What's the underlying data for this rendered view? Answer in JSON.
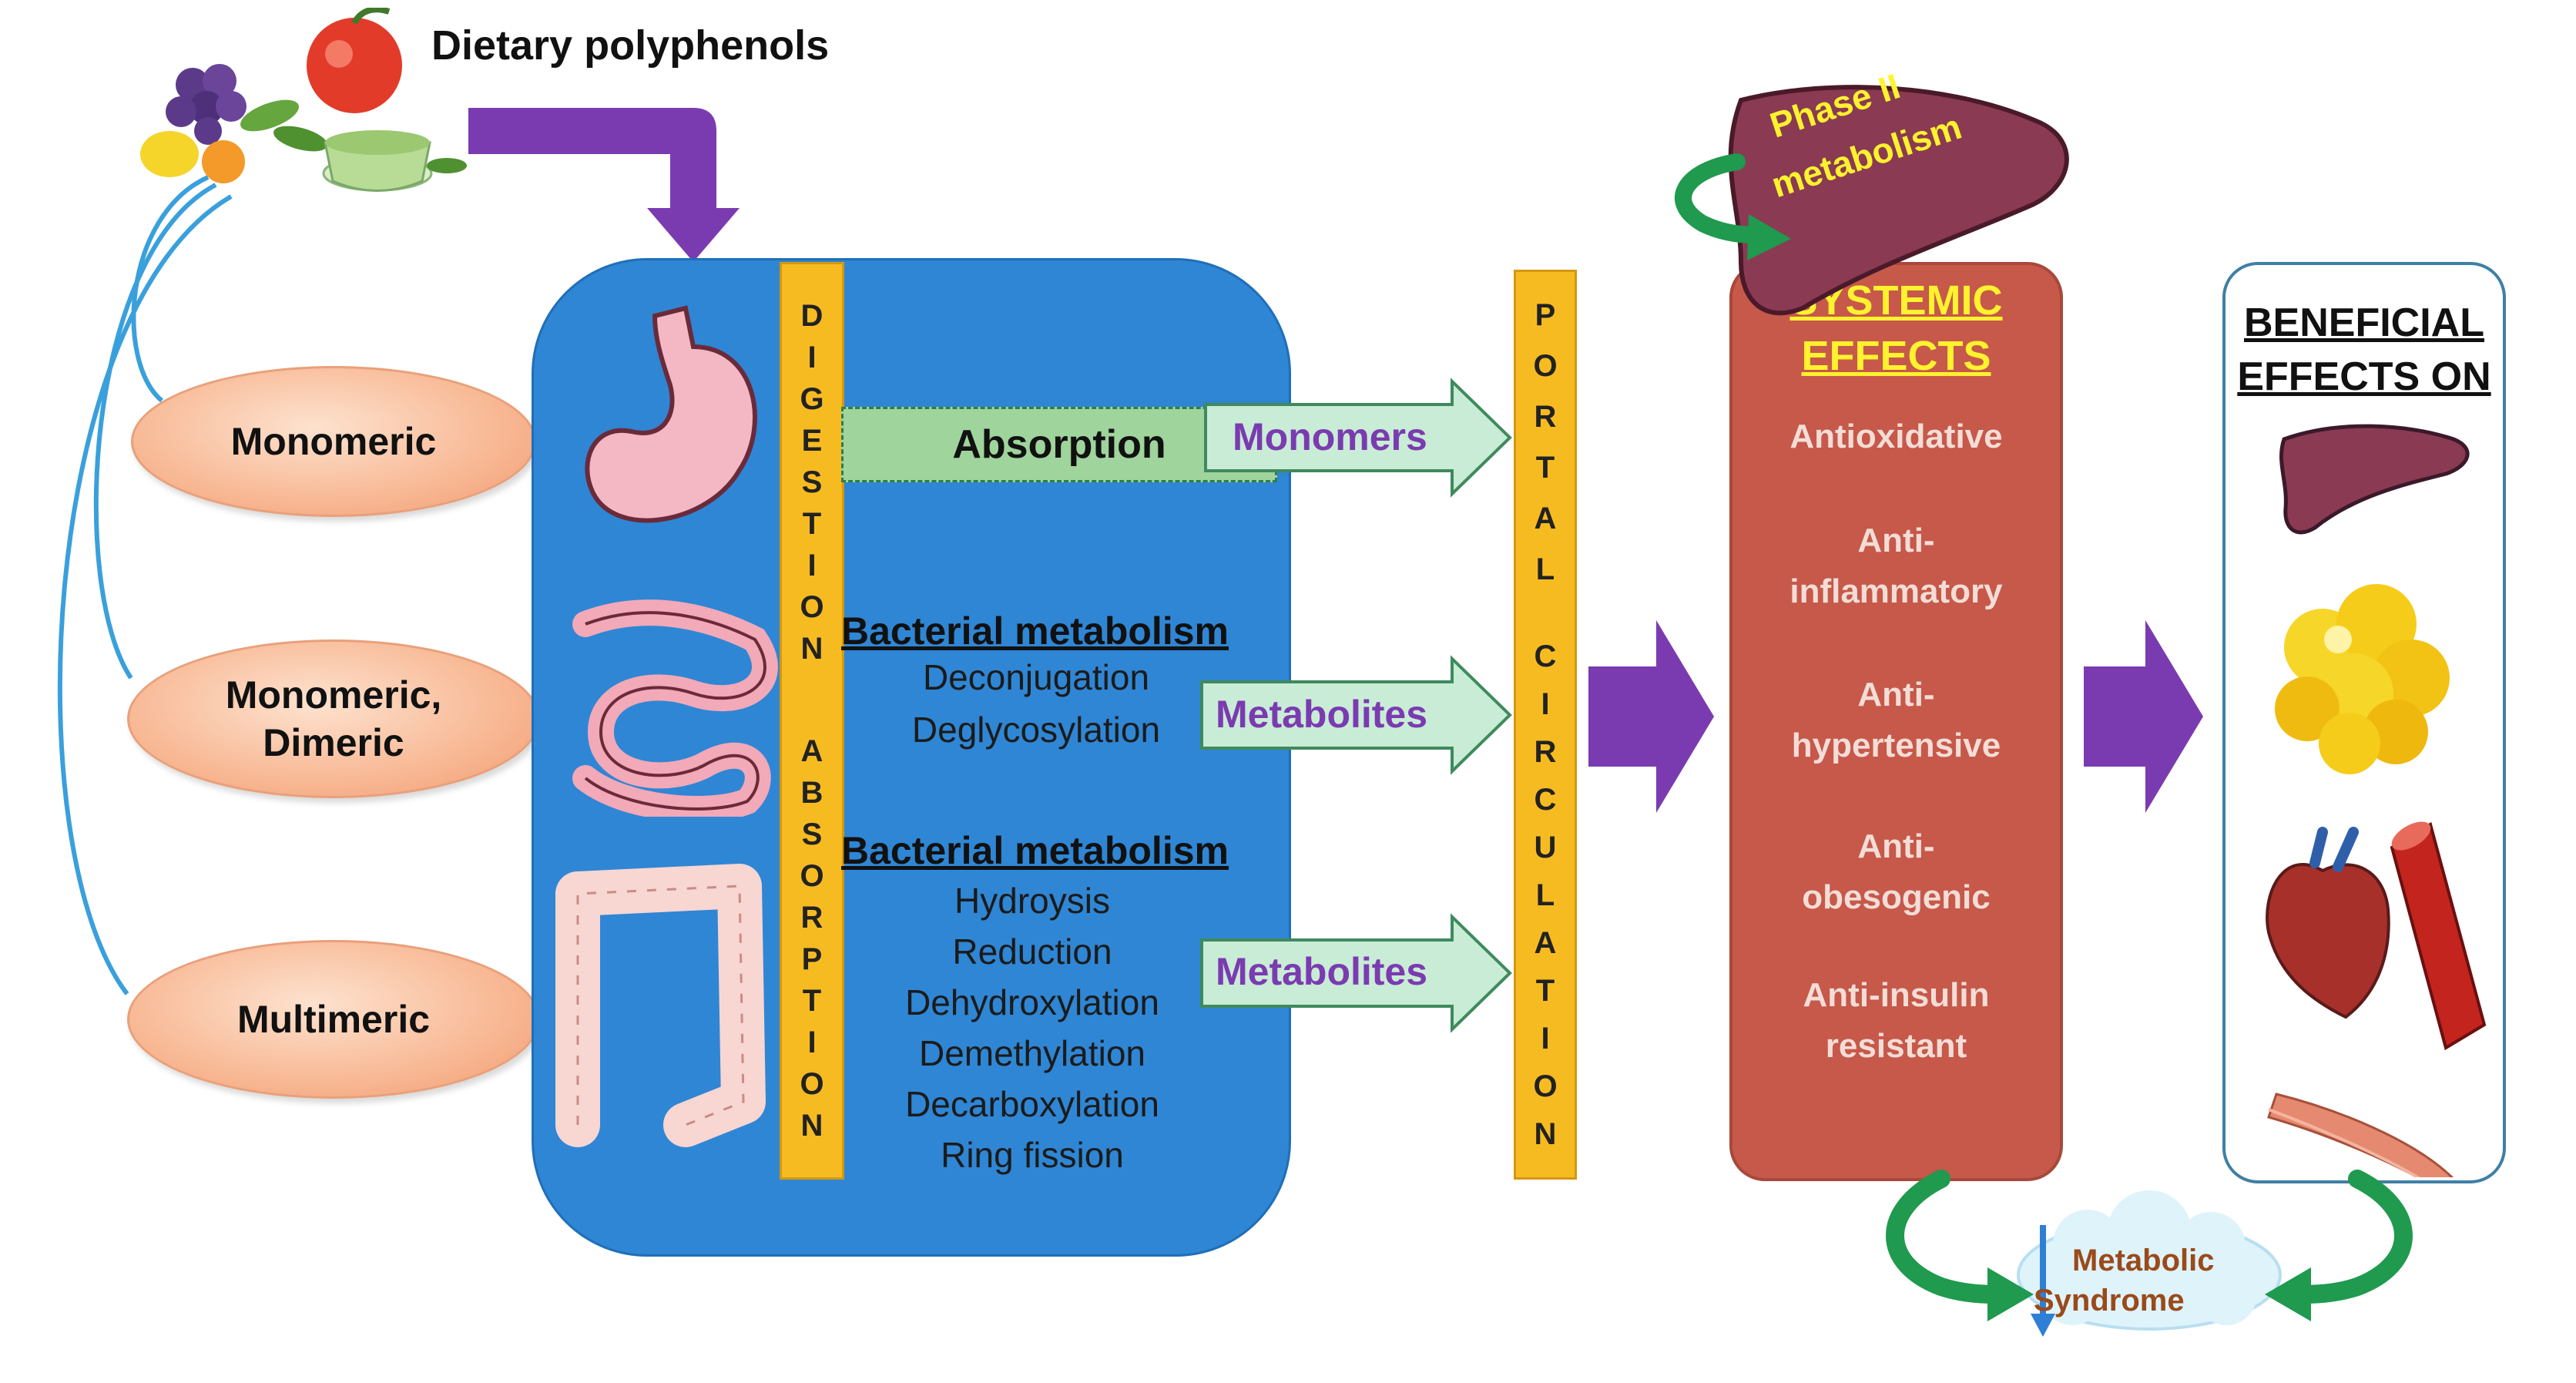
{
  "title": "Dietary polyphenols",
  "forms": [
    "Monomeric",
    "Monomeric, Dimeric",
    "Multimeric"
  ],
  "digestion_bar": {
    "part1": "DIGESTION",
    "part2": "ABSORPTION"
  },
  "portal_bar": {
    "part1": "PORTAL",
    "part2": "CIRCULATION"
  },
  "absorption": "Absorption",
  "arrow_labels": [
    "Monomers",
    "Metabolites",
    "Metabolites"
  ],
  "small_intestine": {
    "heading": "Bacterial metabolism",
    "steps": [
      "Deconjugation",
      "Deglycosylation"
    ]
  },
  "colon": {
    "heading": "Bacterial metabolism",
    "steps": [
      "Hydroysis",
      "Reduction",
      "Dehydroxylation",
      "Demethylation",
      "Decarboxylation",
      "Ring fission"
    ]
  },
  "liver_label": {
    "line1": "Phase II",
    "line2": "metabolism"
  },
  "systemic": {
    "line1": "SYSTEMIC",
    "line2": "EFFECTS"
  },
  "effects": [
    {
      "line1": "Antioxidative",
      "line2": ""
    },
    {
      "line1": "Anti-",
      "line2": "inflammatory"
    },
    {
      "line1": "Anti-",
      "line2": "hypertensive"
    },
    {
      "line1": "Anti-",
      "line2": "obesogenic"
    },
    {
      "line1": "Anti-insulin",
      "line2": "resistant"
    }
  ],
  "beneficial": {
    "line1": "BENEFICIAL",
    "line2": "EFFECTS ON"
  },
  "metabolic_syndrome": {
    "line1": "Metabolic",
    "line2": "Syndrome"
  },
  "colors": {
    "gut_box": "#2f86d4",
    "yellow_bar": "#f7bb22",
    "purple_arrow": "#7b3bb0",
    "systemic_box": "#c6594a",
    "green_arrow": "#1f9a4e",
    "light_arrow": "#c9ecd6"
  }
}
